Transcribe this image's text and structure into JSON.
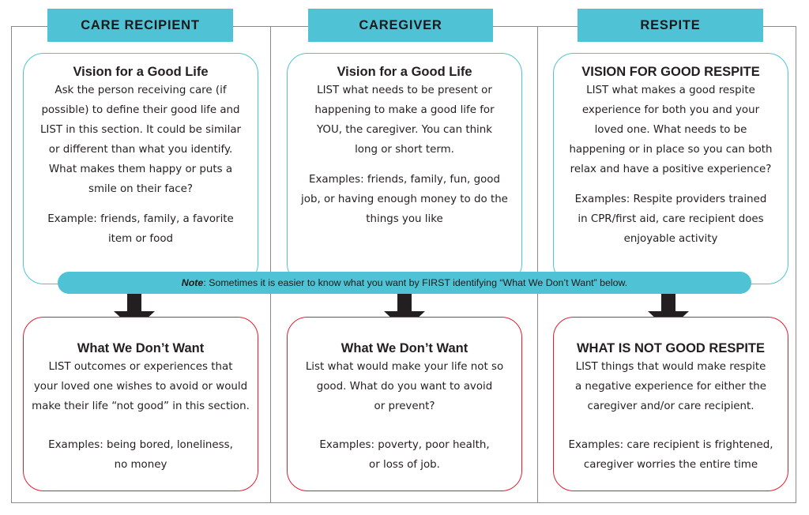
{
  "columns": [
    {
      "header": "CARE RECIPIENT",
      "vision": {
        "title": "Vision for a Good Life",
        "body": "Ask the person receiving care (if\npossible) to define their good life and\nLIST in this section. It could be similar\nor different than what you identify.\nWhat makes them happy or puts a\nsmile on their face?",
        "example": "Example: friends, family, a favorite\nitem or food"
      },
      "dont": {
        "title": "What We Don’t Want",
        "body": "LIST outcomes or experiences that\nyour loved one wishes to avoid or would\nmake their life “not good” in this section.",
        "example": "Examples: being bored, loneliness,\nno money"
      }
    },
    {
      "header": "CAREGIVER",
      "vision": {
        "title": "Vision for a Good Life",
        "body": "LIST what needs to be present or\nhappening to make a good life for\nYOU, the caregiver. You can think\nlong or short term.",
        "example": "Examples: friends, family, fun, good\njob, or having enough money to do the\nthings you like"
      },
      "dont": {
        "title": "What We Don’t Want",
        "body": "List what would make your life not so\ngood. What do you want to avoid\nor prevent?",
        "example": "Examples: poverty, poor health,\nor loss of job."
      }
    },
    {
      "header": "RESPITE",
      "vision": {
        "title": "VISION FOR GOOD RESPITE",
        "body": "LIST what makes a good respite\nexperience for both you and your\nloved one. What needs to be\nhappening or in place so you can both\nrelax and have a positive experience?",
        "example": "Examples: Respite providers trained\nin CPR/first aid, care recipient does\nenjoyable activity"
      },
      "dont": {
        "title": "WHAT IS NOT GOOD RESPITE",
        "body": "LIST things that would make respite\na negative experience for either the\ncaregiver and/or care recipient.",
        "example": "Examples: care recipient is frightened,\ncaregiver worries the entire time"
      }
    }
  ],
  "note": {
    "label": "Note",
    "text": ": Sometimes it is easier to know what you want by FIRST identifying “What We  Don’t Want” below."
  },
  "colors": {
    "accent": "#4fc3d5",
    "negative_border": "#e01e2f",
    "arrow": "#231f20"
  }
}
